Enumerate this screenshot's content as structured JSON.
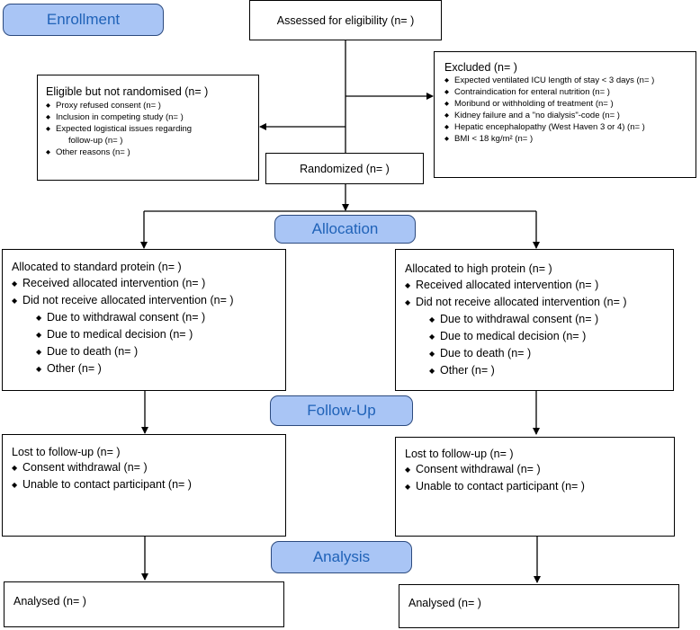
{
  "stages": {
    "enrollment": "Enrollment",
    "allocation": "Allocation",
    "follow_up": "Follow-Up",
    "analysis": "Analysis"
  },
  "assessed": "Assessed for eligibility (n=  )",
  "randomized": "Randomized (n=  )",
  "not_randomised": {
    "title": "Eligible but not randomised (n=   )",
    "items": [
      "Proxy refused consent (n= )",
      "Inclusion in competing study (n= )",
      "Expected logistical issues regarding",
      "Other reasons (n=  )"
    ],
    "item_continuation": "follow-up (n= )"
  },
  "excluded": {
    "title": "Excluded (n=   )",
    "items": [
      "Expected ventilated ICU length of stay < 3 days (n= )",
      "Contraindication for enteral nutrition (n= )",
      "Moribund or withholding of treatment (n= )",
      "Kidney failure and a \"no dialysis\"-code (n= )",
      "Hepatic encephalopathy (West Haven 3 or 4) (n= )",
      "BMI < 18 kg/m² (n= )"
    ]
  },
  "allocation": {
    "standard": {
      "title": "Allocated to standard protein (n=  )",
      "received": "Received allocated intervention (n=  )",
      "not_received": "Did not receive allocated intervention (n=  )",
      "reasons": [
        "Due to withdrawal consent (n= )",
        "Due to medical decision (n= )",
        "Due to death (n= )",
        "Other (n= )"
      ]
    },
    "high": {
      "title": "Allocated to high protein (n=  )",
      "received": "Received allocated intervention (n=  )",
      "not_received": "Did not receive allocated intervention (n=  )",
      "reasons": [
        "Due to withdrawal consent (n= )",
        "Due to medical decision (n= )",
        "Due to death (n= )",
        "Other (n= )"
      ]
    }
  },
  "follow_up": {
    "standard": {
      "title": "Lost to follow-up (n=  )",
      "items": [
        "Consent withdrawal (n=  )",
        "Unable to contact participant (n=  )"
      ]
    },
    "high": {
      "title": "Lost to follow-up (n=  )",
      "items": [
        "Consent withdrawal (n=  )",
        "Unable to contact participant (n=  )"
      ]
    }
  },
  "analysis": {
    "standard": "Analysed  (n=  )",
    "high": "Analysed  (n=  )"
  },
  "colors": {
    "stage_fill": "#a9c5f5",
    "stage_text": "#1f62b8",
    "line": "#000000"
  },
  "icons": {
    "bullet": "diamond-bullet-icon"
  }
}
